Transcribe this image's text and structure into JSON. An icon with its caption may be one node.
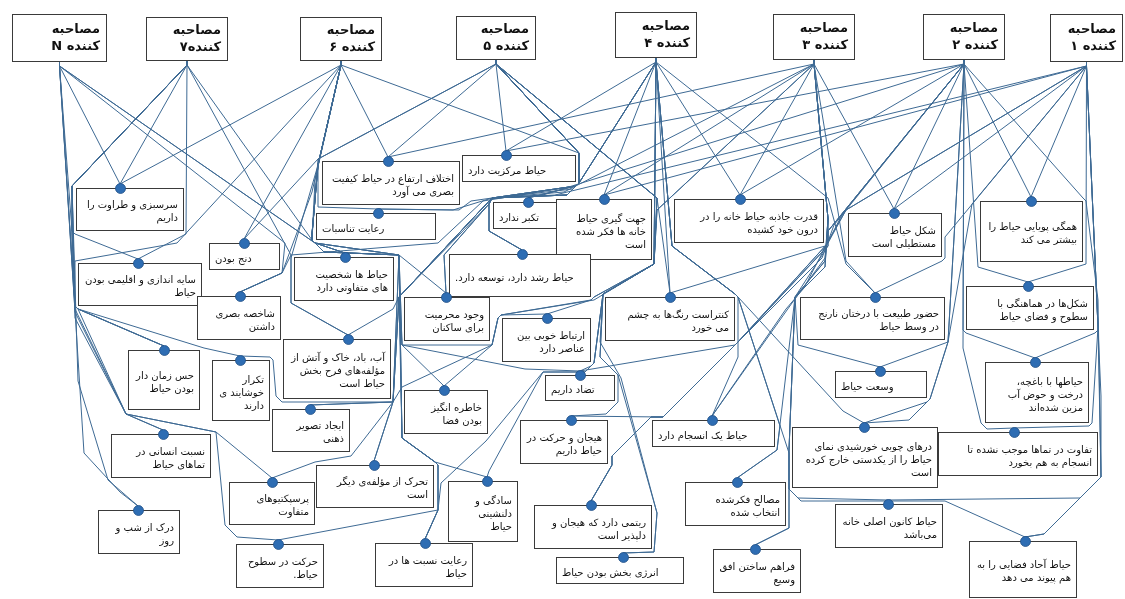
{
  "diagram": {
    "nodes": [
      {
        "text": [
          "مصاحبه کننده N"
        ]
      },
      {
        "text": [
          "مصاحبه کننده۷"
        ]
      },
      {
        "text": [
          "مصاحبه کننده ۶"
        ]
      },
      {
        "text": [
          "مصاحبه کننده ۵"
        ]
      },
      {
        "text": [
          "مصاحبه کننده ۴"
        ]
      },
      {
        "text": [
          "مصاحبه کننده ۳"
        ]
      },
      {
        "text": [
          "مصاحبه کننده ۲"
        ]
      },
      {
        "text": [
          "مصاحبه کننده ۱"
        ]
      },
      {
        "text": [
          "سرسبزی و طراوت را داریم"
        ]
      },
      {
        "text": [
          "سایه اندازی و اقلیمی بودن حیاط"
        ]
      },
      {
        "text": [
          "دنج بودن"
        ]
      },
      {
        "text": [
          "شاخصه بصری داشتن"
        ]
      },
      {
        "text": [
          "حس زمان دار بودن حیاط"
        ]
      },
      {
        "text": [
          "تکرار خوشایند ی دارند"
        ]
      },
      {
        "text": [
          "نسبت انسانی در تماهای حیاط"
        ]
      },
      {
        "text": [
          "درک از شب و روز"
        ]
      },
      {
        "text": [
          "اختلاف ارتفاع در حیاط کیفیت بصری می آورد"
        ]
      },
      {
        "text": [
          "رعایت تناسبات"
        ]
      },
      {
        "text": [
          "حیاط ها شخصیت های متفاوتی دارد"
        ]
      },
      {
        "text": [
          "آب، باد، خاک و آتش از مؤلفه‌های فرح بخش حیاط است"
        ]
      },
      {
        "text": [
          "ایجاد تصویر ذهنی"
        ]
      },
      {
        "text": [
          "پرسپکتیوهای متفاوت"
        ]
      },
      {
        "text": [
          "تحرک از مؤلفه‌ی دیگر است"
        ]
      },
      {
        "text": [
          "حرکت در سطوح حیاط."
        ]
      },
      {
        "text": [
          "رعایت نسبت ها در حیاط"
        ]
      },
      {
        "text": [
          "حیاط مرکزیت دارد"
        ]
      },
      {
        "text": [
          "تکبر ندارد"
        ]
      },
      {
        "text": [
          "جهت گیری حیاط خانه ها فکر شده است"
        ]
      },
      {
        "text": [
          "قدرت جاذبه حیاط خانه را در درون خود کشیده"
        ]
      },
      {
        "text": [
          "حیاط رشد دارد، توسعه دارد."
        ]
      },
      {
        "text": [
          "وجود محرمیت برای ساکنان"
        ]
      },
      {
        "text": [
          "ارتباط خوبی بین عناصر دارد"
        ]
      },
      {
        "text": [
          "کنتراست رنگ‌ها به چشم می خورد"
        ]
      },
      {
        "text": [
          "خاطره انگیز بودن فضا"
        ]
      },
      {
        "text": [
          "تضاد داریم"
        ]
      },
      {
        "text": [
          "هیجان و حرکت در حیاط داریم"
        ]
      },
      {
        "text": [
          "حیاط یک انسجام دارد"
        ]
      },
      {
        "text": [
          "سادگی و دلنشینی حیاط"
        ]
      },
      {
        "text": [
          "ریتمی دارد که هیجان و دلپذیر است"
        ]
      },
      {
        "text": [
          "انرژی بخش بودن حیاط"
        ]
      },
      {
        "text": [
          "مصالح فکرشده انتخاب شده"
        ]
      },
      {
        "text": [
          "فراهم ساختن افق وسیع"
        ]
      },
      {
        "text": [
          "شکل حیاط مستطیلی است"
        ]
      },
      {
        "text": [
          "همگی پویایی حیاط را بیشتر می کند"
        ]
      },
      {
        "text": [
          "حضور طبیعت با درختان نارنج در وسط حیاط"
        ]
      },
      {
        "text": [
          "شکل‌ها در هماهنگی با سطوح و فضای حیاط"
        ]
      },
      {
        "text": [
          "وسعت حیاط"
        ]
      },
      {
        "text": [
          "حیاطها با باغچه، درخت و حوض آب مزین شده‌اند"
        ]
      },
      {
        "text": [
          "درهای چوبی خورشیدی نمای حیاط را از یکدستی خارج کرده است"
        ]
      },
      {
        "text": [
          "تفاوت در تماها موجب نشده تا انسجام به هم بخورد"
        ]
      },
      {
        "text": [
          "حیاط کانون اصلی خانه می‌باشد"
        ]
      },
      {
        "text": [
          "حیاط آحاد فضایی را به هم پیوند می دهد"
        ]
      }
    ],
    "edges": [
      {
        "from": 0,
        "to": 8,
        "arrow": "none"
      },
      {
        "from": 1,
        "to": 8,
        "arrow": "none"
      },
      {
        "from": 2,
        "to": 8,
        "arrow": "none"
      },
      {
        "from": 0,
        "to": 9,
        "arrow": "none"
      },
      {
        "from": 1,
        "to": 9,
        "arrow": "none"
      },
      {
        "from": 2,
        "to": 10,
        "arrow": "none"
      },
      {
        "from": 3,
        "to": 10,
        "arrow": "none"
      },
      {
        "from": 0,
        "to": 11,
        "arrow": "none"
      },
      {
        "from": 2,
        "to": 11,
        "arrow": "none"
      },
      {
        "from": 4,
        "to": 11,
        "arrow": "none"
      },
      {
        "from": 0,
        "to": 12,
        "arrow": "none"
      },
      {
        "from": 1,
        "to": 12,
        "arrow": "none"
      },
      {
        "from": 2,
        "to": 12,
        "arrow": "none"
      },
      {
        "from": 1,
        "to": 13,
        "arrow": "none"
      },
      {
        "from": 3,
        "to": 13,
        "arrow": "none"
      },
      {
        "from": 0,
        "to": 14,
        "arrow": "none"
      },
      {
        "from": 1,
        "to": 14,
        "arrow": "none"
      },
      {
        "from": 0,
        "to": 15,
        "arrow": "none"
      },
      {
        "from": 1,
        "to": 15,
        "arrow": "none"
      },
      {
        "from": 2,
        "to": 16,
        "arrow": "none"
      },
      {
        "from": 3,
        "to": 16,
        "arrow": "none"
      },
      {
        "from": 5,
        "to": 16,
        "arrow": "none"
      },
      {
        "from": 2,
        "to": 17,
        "arrow": "none"
      },
      {
        "from": 4,
        "to": 17,
        "arrow": "none"
      },
      {
        "from": 6,
        "to": 17,
        "arrow": "none"
      },
      {
        "from": 0,
        "to": 18,
        "arrow": "none"
      },
      {
        "from": 1,
        "to": 18,
        "arrow": "none"
      },
      {
        "from": 3,
        "to": 18,
        "arrow": "none"
      },
      {
        "from": 1,
        "to": 19,
        "arrow": "none"
      },
      {
        "from": 2,
        "to": 19,
        "arrow": "none"
      },
      {
        "from": 4,
        "to": 19,
        "arrow": "none"
      },
      {
        "from": 2,
        "to": 20,
        "arrow": "none"
      },
      {
        "from": 3,
        "to": 20,
        "arrow": "none"
      },
      {
        "from": 1,
        "to": 21,
        "arrow": "none"
      },
      {
        "from": 2,
        "to": 21,
        "arrow": "none"
      },
      {
        "from": 3,
        "to": 22,
        "arrow": "none"
      },
      {
        "from": 5,
        "to": 22,
        "arrow": "none"
      },
      {
        "from": 1,
        "to": 23,
        "arrow": "none"
      },
      {
        "from": 2,
        "to": 23,
        "arrow": "none"
      },
      {
        "from": 2,
        "to": 24,
        "arrow": "none"
      },
      {
        "from": 3,
        "to": 24,
        "arrow": "none"
      },
      {
        "from": 4,
        "to": 24,
        "arrow": "none"
      },
      {
        "from": 3,
        "to": 25,
        "arrow": "none"
      },
      {
        "from": 4,
        "to": 25,
        "arrow": "none"
      },
      {
        "from": 6,
        "to": 25,
        "arrow": "none"
      },
      {
        "from": 2,
        "to": 26,
        "arrow": "none"
      },
      {
        "from": 3,
        "to": 26,
        "arrow": "none"
      },
      {
        "from": 4,
        "to": 27,
        "arrow": "none"
      },
      {
        "from": 5,
        "to": 27,
        "arrow": "none"
      },
      {
        "from": 7,
        "to": 27,
        "arrow": "none"
      },
      {
        "from": 4,
        "to": 28,
        "arrow": "none"
      },
      {
        "from": 5,
        "to": 28,
        "arrow": "none"
      },
      {
        "from": 6,
        "to": 28,
        "arrow": "none"
      },
      {
        "from": 3,
        "to": 29,
        "arrow": "none"
      },
      {
        "from": 4,
        "to": 29,
        "arrow": "none"
      },
      {
        "from": 7,
        "to": 29,
        "arrow": "none"
      },
      {
        "from": 0,
        "to": 30,
        "arrow": "none"
      },
      {
        "from": 3,
        "to": 30,
        "arrow": "none"
      },
      {
        "from": 5,
        "to": 30,
        "arrow": "none"
      },
      {
        "from": 2,
        "to": 31,
        "arrow": "none"
      },
      {
        "from": 4,
        "to": 31,
        "arrow": "none"
      },
      {
        "from": 3,
        "to": 32,
        "arrow": "none"
      },
      {
        "from": 4,
        "to": 32,
        "arrow": "none"
      },
      {
        "from": 6,
        "to": 32,
        "arrow": "none"
      },
      {
        "from": 3,
        "to": 33,
        "arrow": "none"
      },
      {
        "from": 5,
        "to": 33,
        "arrow": "none"
      },
      {
        "from": 2,
        "to": 34,
        "arrow": "none"
      },
      {
        "from": 4,
        "to": 34,
        "arrow": "none"
      },
      {
        "from": 6,
        "to": 34,
        "arrow": "none"
      },
      {
        "from": 3,
        "to": 35,
        "arrow": "none"
      },
      {
        "from": 7,
        "to": 35,
        "arrow": "none"
      },
      {
        "from": 4,
        "to": 36,
        "arrow": "none"
      },
      {
        "from": 5,
        "to": 36,
        "arrow": "none"
      },
      {
        "from": 6,
        "to": 36,
        "arrow": "none"
      },
      {
        "from": 2,
        "to": 37,
        "arrow": "none"
      },
      {
        "from": 3,
        "to": 37,
        "arrow": "none"
      },
      {
        "from": 5,
        "to": 38,
        "arrow": "none"
      },
      {
        "from": 6,
        "to": 38,
        "arrow": "none"
      },
      {
        "from": 7,
        "to": 38,
        "arrow": "none"
      },
      {
        "from": 3,
        "to": 39,
        "arrow": "none"
      },
      {
        "from": 4,
        "to": 39,
        "arrow": "none"
      },
      {
        "from": 4,
        "to": 40,
        "arrow": "none"
      },
      {
        "from": 5,
        "to": 40,
        "arrow": "none"
      },
      {
        "from": 5,
        "to": 41,
        "arrow": "none"
      },
      {
        "from": 6,
        "to": 41,
        "arrow": "none"
      },
      {
        "from": 5,
        "to": 42,
        "arrow": "none"
      },
      {
        "from": 6,
        "to": 42,
        "arrow": "none"
      },
      {
        "from": 7,
        "to": 42,
        "arrow": "none"
      },
      {
        "from": 6,
        "to": 43,
        "arrow": "none"
      },
      {
        "from": 7,
        "to": 43,
        "arrow": "none"
      },
      {
        "from": 4,
        "to": 44,
        "arrow": "none"
      },
      {
        "from": 5,
        "to": 44,
        "arrow": "none"
      },
      {
        "from": 7,
        "to": 44,
        "arrow": "none"
      },
      {
        "from": 6,
        "to": 45,
        "arrow": "none"
      },
      {
        "from": 7,
        "to": 45,
        "arrow": "none"
      },
      {
        "from": 5,
        "to": 46,
        "arrow": "none"
      },
      {
        "from": 6,
        "to": 46,
        "arrow": "none"
      },
      {
        "from": 6,
        "to": 47,
        "arrow": "none"
      },
      {
        "from": 7,
        "to": 47,
        "arrow": "none"
      },
      {
        "from": 4,
        "to": 48,
        "arrow": "none"
      },
      {
        "from": 6,
        "to": 48,
        "arrow": "none"
      },
      {
        "from": 7,
        "to": 48,
        "arrow": "none"
      },
      {
        "from": 6,
        "to": 49,
        "arrow": "none"
      },
      {
        "from": 7,
        "to": 49,
        "arrow": "none"
      },
      {
        "from": 5,
        "to": 50,
        "arrow": "none"
      },
      {
        "from": 7,
        "to": 50,
        "arrow": "none"
      },
      {
        "from": 4,
        "to": 51,
        "arrow": "none"
      },
      {
        "from": 6,
        "to": 51,
        "arrow": "none"
      },
      {
        "from": 7,
        "to": 51,
        "arrow": "none"
      }
    ]
  }
}
